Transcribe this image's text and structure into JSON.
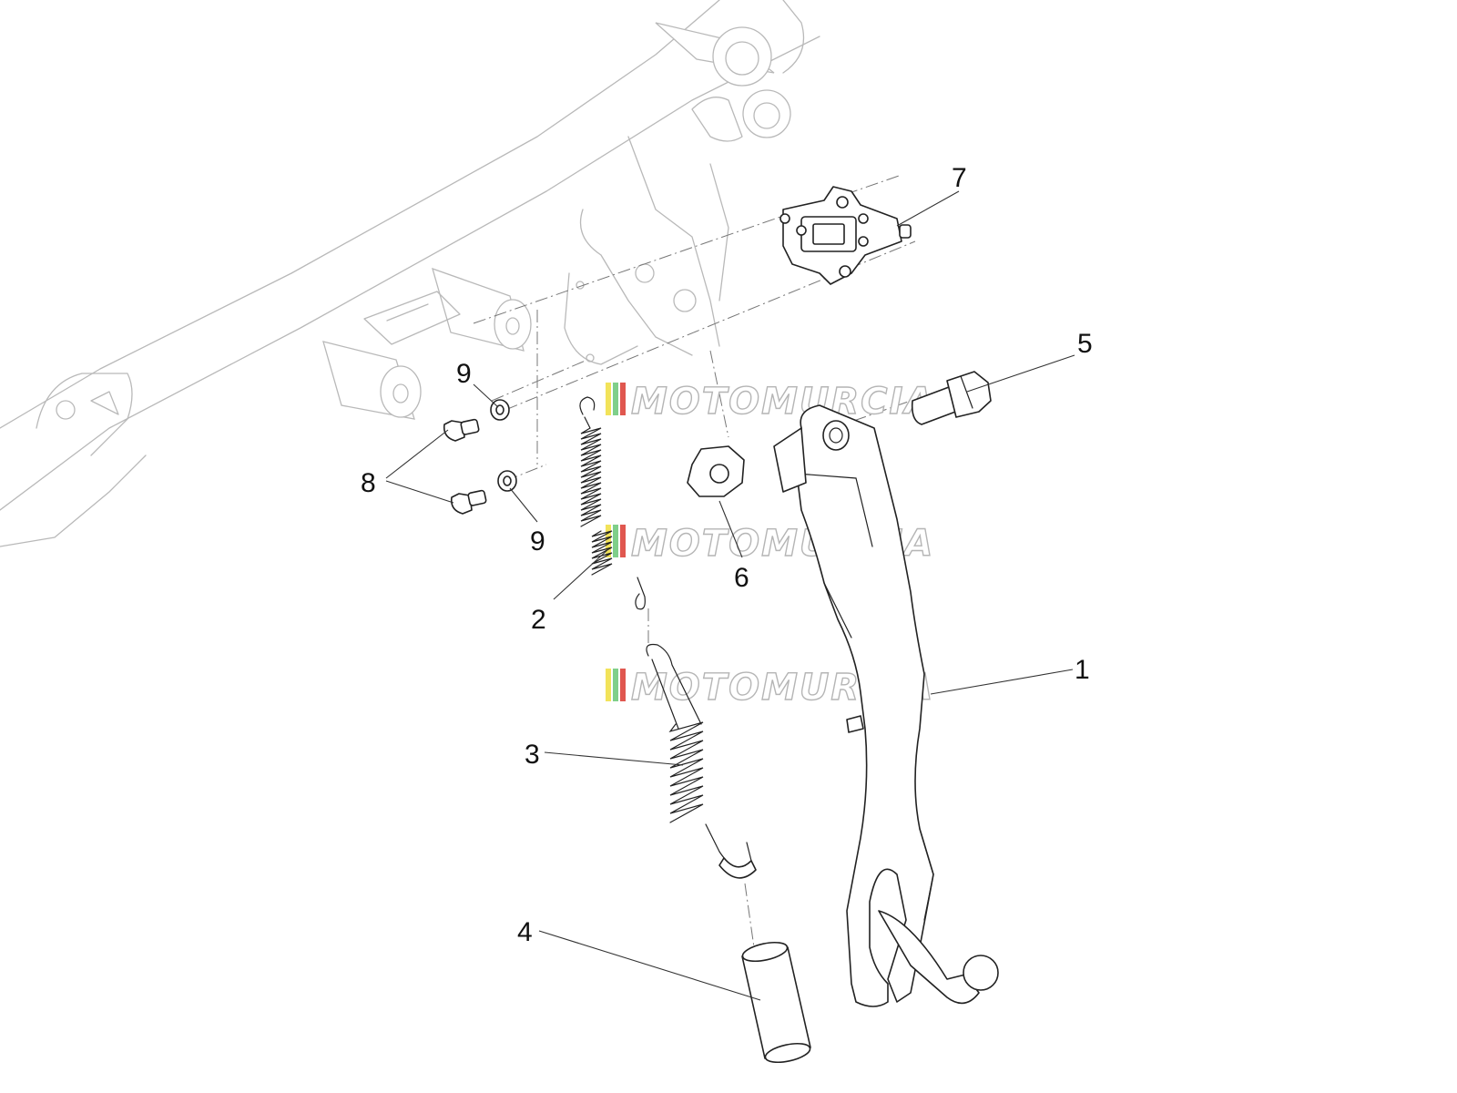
{
  "diagram": {
    "callouts": [
      {
        "id": "1",
        "label": "1"
      },
      {
        "id": "2",
        "label": "2"
      },
      {
        "id": "3",
        "label": "3"
      },
      {
        "id": "4",
        "label": "4"
      },
      {
        "id": "5",
        "label": "5"
      },
      {
        "id": "6",
        "label": "6"
      },
      {
        "id": "7",
        "label": "7"
      },
      {
        "id": "8",
        "label": "8"
      },
      {
        "id": "9a",
        "label": "9"
      },
      {
        "id": "9b",
        "label": "9"
      }
    ]
  },
  "watermark": {
    "text": "MOTOMURCIA",
    "colors": {
      "flag_yellow": "#f2e35a",
      "flag_green": "#7fcf8a",
      "flag_red": "#e0574f"
    }
  }
}
